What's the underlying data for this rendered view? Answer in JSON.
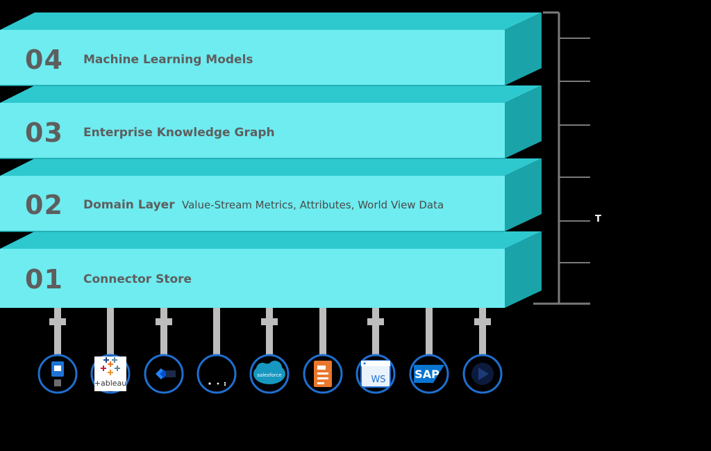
{
  "layers": [
    {
      "number": "04",
      "title": "Machine Learning Models",
      "subtitle": ""
    },
    {
      "number": "03",
      "title": "Enterprise Knowledge Graph",
      "subtitle": ""
    },
    {
      "number": "02",
      "title": "Domain Layer",
      "subtitle": "Value-Stream Metrics, Attributes, World View Data"
    },
    {
      "number": "01",
      "title": "Connector Store",
      "subtitle": ""
    }
  ],
  "side_label": "T",
  "connectors": [
    {
      "name": "azure-devops-icon",
      "text": ""
    },
    {
      "name": "tableau-icon",
      "text": "+ableau"
    },
    {
      "name": "jira-icon",
      "text": ""
    },
    {
      "name": "github-icon",
      "text": ""
    },
    {
      "name": "salesforce-icon",
      "text": "salesforce"
    },
    {
      "name": "document-icon",
      "text": ""
    },
    {
      "name": "ws-icon",
      "text": "WS"
    },
    {
      "name": "sap-icon",
      "text": "SAP"
    },
    {
      "name": "servicenow-icon",
      "text": ""
    }
  ],
  "colors": {
    "background": "#000000",
    "slab_front": "#6eecf0",
    "slab_top": "#2ec9cf",
    "slab_side": "#1aa4aa",
    "text": "#5e5e5e",
    "connector_ring": "#1f6fd0",
    "connector_stem": "#bdbdbd",
    "axis": "#7a7a7a"
  }
}
